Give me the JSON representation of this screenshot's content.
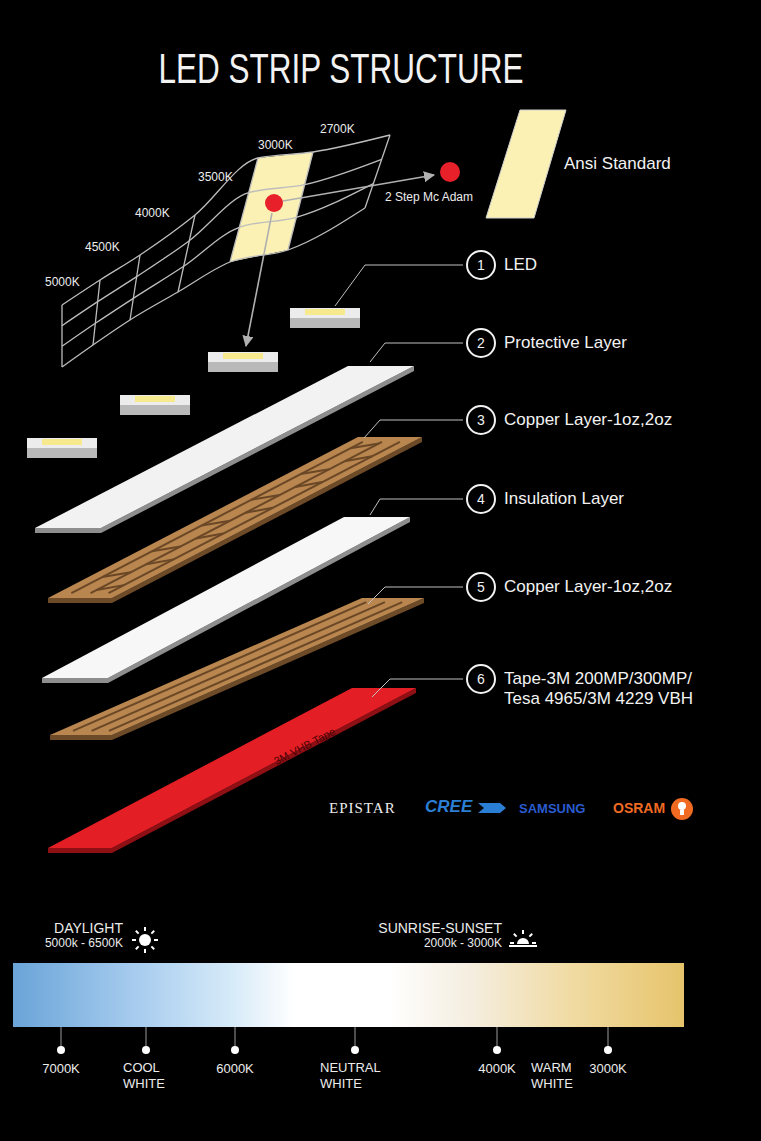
{
  "diagram": {
    "title": "LED STRIP STRUCTURE",
    "nodes": [
      {
        "text": [
          "Ansi Standard"
        ]
      },
      {
        "text": [
          "1",
          "LED"
        ]
      },
      {
        "text": [
          "2",
          "Protective Layer"
        ]
      },
      {
        "text": [
          "3",
          "Copper Layer-1oz,2oz"
        ]
      },
      {
        "text": [
          "4",
          "Insulation Layer"
        ]
      },
      {
        "text": [
          "5",
          "Copper Layer-1oz,2oz"
        ]
      },
      {
        "text": [
          "6",
          "Tape-3M 200MP/300MP/ Tesa 4965/3M 4229 VBH"
        ]
      },
      {
        "text": [
          "3M VHB Tape"
        ]
      }
    ],
    "labels": [
      "2700K",
      "3000K",
      "3500K",
      "4000K",
      "4500K",
      "5000K",
      "2 Step Mc Adam",
      "EPISTAR",
      "CREE",
      "SAMSUNG",
      "OSRAM",
      "DAYLIGHT",
      "5000k - 6500K",
      "SUNRISE-SUNSET",
      "2000k - 3000K",
      "7000K",
      "COOL WHITE",
      "6000K",
      "NEUTRAL WHITE",
      "4000K",
      "WARM WHITE",
      "3000K"
    ]
  }
}
